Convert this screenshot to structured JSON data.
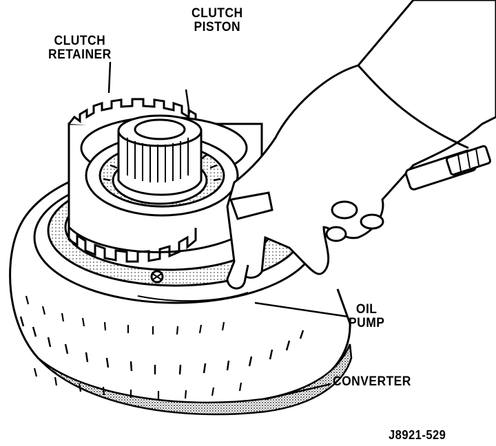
{
  "figure": {
    "labels": {
      "clutch_piston": [
        "CLUTCH",
        "PISTON"
      ],
      "clutch_retainer": [
        "CLUTCH",
        "RETAINER"
      ],
      "oil_pump": [
        "OIL",
        "PUMP"
      ],
      "converter": "CONVERTER"
    },
    "figure_id": "J8921-529"
  },
  "colors": {
    "ink": "#000000",
    "paper": "#ffffff",
    "shade": "#b5b5b5"
  }
}
